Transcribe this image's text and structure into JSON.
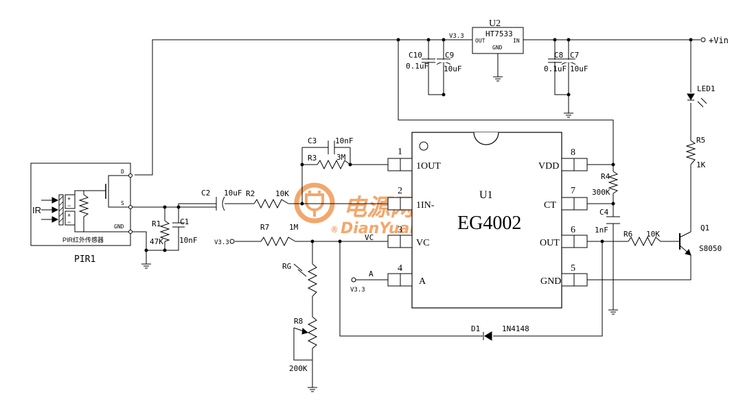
{
  "u2": {
    "designator": "U2",
    "part": "HT7533",
    "pin_out": "OUT",
    "pin_in": "IN",
    "pin_gnd": "GND"
  },
  "rail_labels": {
    "v33_top": "V3.3",
    "vin": "+Vin",
    "v33_r7": "V3.3",
    "v33_a": "V3.3"
  },
  "u1": {
    "designator": "U1",
    "part": "EG4002",
    "left_pins": [
      {
        "number": "1",
        "name": "1OUT"
      },
      {
        "number": "2",
        "name": "1IN-"
      },
      {
        "number": "3",
        "name": "VC"
      },
      {
        "number": "4",
        "name": "A"
      }
    ],
    "right_pins": [
      {
        "number": "8",
        "name": "VDD"
      },
      {
        "number": "7",
        "name": "CT"
      },
      {
        "number": "6",
        "name": "OUT"
      },
      {
        "number": "5",
        "name": "GND"
      }
    ]
  },
  "pir": {
    "designator": "PIR1",
    "caption": "PIR红外传感器",
    "pin_d": "D",
    "pin_s": "S",
    "pin_gnd": "GND",
    "input": "IR"
  },
  "components": {
    "c10": {
      "ref": "C10",
      "value": "0.1uF"
    },
    "c9": {
      "ref": "C9",
      "value": "10uF"
    },
    "c8": {
      "ref": "C8",
      "value": "0.1uF"
    },
    "c7": {
      "ref": "C7",
      "value": "10uF"
    },
    "led1": {
      "ref": "LED1"
    },
    "r5": {
      "ref": "R5",
      "value": "1K"
    },
    "c3": {
      "ref": "C3",
      "value": "10nF"
    },
    "r3": {
      "ref": "R3",
      "value": "3M"
    },
    "c2": {
      "ref": "C2",
      "value": "10uF"
    },
    "r2": {
      "ref": "R2",
      "value": "10K"
    },
    "r1": {
      "ref": "R1",
      "value": "47K"
    },
    "c1": {
      "ref": "C1",
      "value": "10nF"
    },
    "r7": {
      "ref": "R7",
      "value": "1M"
    },
    "rg": {
      "ref": "RG"
    },
    "r8": {
      "ref": "R8",
      "value": "200K"
    },
    "r4": {
      "ref": "R4",
      "value": "300K"
    },
    "c4": {
      "ref": "C4",
      "value": "1nF"
    },
    "r6": {
      "ref": "R6",
      "value": "10K"
    },
    "q1": {
      "ref": "Q1",
      "value": "S8050"
    },
    "d1": {
      "ref": "D1",
      "value": "1N4148"
    }
  },
  "net_labels": {
    "vc": "VC",
    "a": "A"
  },
  "watermark": {
    "brand_cn": "电源网",
    "site": "DianYuan.com",
    "mark": "®"
  },
  "colors": {
    "wire": "#000000",
    "watermark": "#f08a3c",
    "background": "#ffffff"
  }
}
